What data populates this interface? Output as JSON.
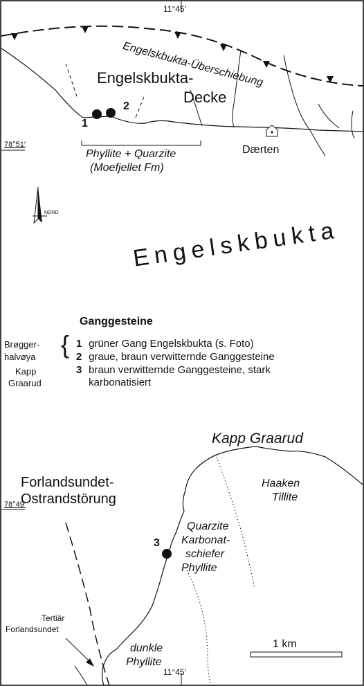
{
  "labels": {
    "coord_top": "11°45′",
    "coord_bottom": "11°45′",
    "lat_5851": "78°51′",
    "lat_7849": "78°49′",
    "thrust_name": "Engelskbukta-Überschiebung",
    "decke_line1": "Engelskbukta-",
    "decke_line2": "Decke",
    "pt1": "1",
    "pt2": "2",
    "pt3": "3",
    "phyllite_line1": "Phyllite + Quarzite",
    "phyllite_line2": "(Moefjellet Fm)",
    "daerten": "Dærten",
    "north": "NORD",
    "bay": "Engelskbukta",
    "kapp": "Kapp Graarud",
    "fault_line1": "Forlandsundet-",
    "fault_line2": "Ostrandstörung",
    "haaken_line1": "Haaken",
    "haaken_line2": "Tillite",
    "quarz_line1": "Quarzite",
    "quarz_line2": "Karbonat-",
    "quarz_line3": "schiefer",
    "quarz_line4": "Phyllite",
    "tertiar_line1": "Tertiär",
    "tertiar_line2": "Forlandsundet",
    "dunkle_line1": "dunkle",
    "dunkle_line2": "Phyllite",
    "scale": "1 km"
  },
  "legend": {
    "title": "Ganggesteine",
    "region1_line1": "Brøgger-",
    "region1_line2": "halvøya",
    "region2_line1": "Kapp",
    "region2_line2": "Graarud",
    "brace": "{",
    "items": [
      {
        "num": "1",
        "text": "grüner Gang Engelskbukta (s. Foto)"
      },
      {
        "num": "2",
        "text": "graue, braun verwitternde Ganggesteine"
      },
      {
        "num": "3",
        "text": "braun verwitternde Ganggesteine, stark"
      },
      {
        "num": "",
        "text": "karbonatisiert"
      }
    ]
  }
}
